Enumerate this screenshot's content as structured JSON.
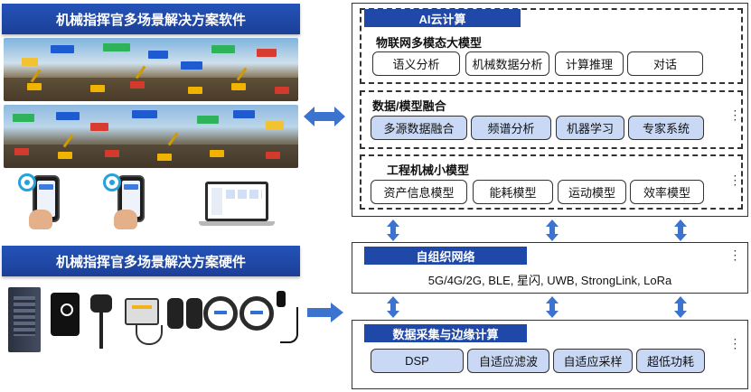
{
  "left": {
    "software_title": "机械指挥官多场景解决方案软件",
    "hardware_title": "机械指挥官多场景解决方案硬件"
  },
  "architecture": {
    "ai_cloud": {
      "title": "AI云计算",
      "iot_model": {
        "title": "物联网多模态大模型",
        "items": [
          "语义分析",
          "机械数据分析",
          "计算推理",
          "对话"
        ]
      },
      "fusion": {
        "title": "数据/模型融合",
        "items": [
          "多源数据融合",
          "频谱分析",
          "机器学习",
          "专家系统"
        ]
      },
      "small_model": {
        "title": "工程机械小模型",
        "items": [
          "资产信息模型",
          "能耗模型",
          "运动模型",
          "效率模型"
        ]
      }
    },
    "network": {
      "title": "自组织网络",
      "protocols": "5G/4G/2G, BLE, 星闪, UWB, StrongLink, LoRa"
    },
    "edge": {
      "title": "数据采集与边缘计算",
      "items": [
        "DSP",
        "自适应滤波",
        "自适应采样",
        "超低功耗"
      ]
    }
  },
  "colors": {
    "banner_blue": "#1f48a8",
    "pill_fill": "#c9d9f5",
    "arrow_blue": "#3b73cf"
  }
}
